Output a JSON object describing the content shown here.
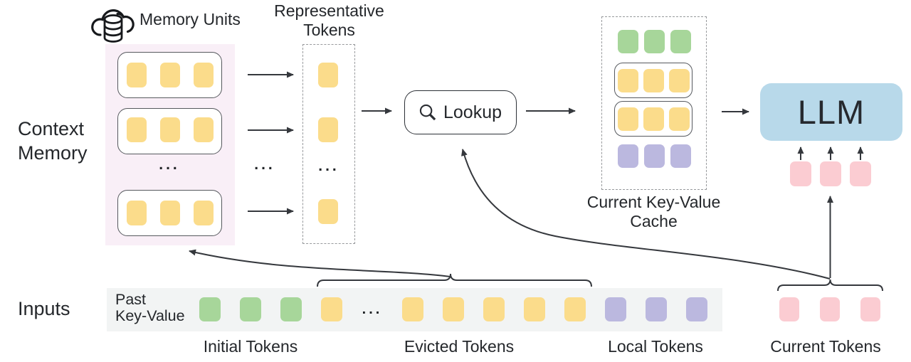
{
  "colors": {
    "yellow": "#fbdc8b",
    "green": "#a7d69a",
    "purple": "#bbb8df",
    "pink": "#fbccd2",
    "llm_blue": "#b8d9ea",
    "memory_panel_bg": "#f9eff7",
    "inputs_panel_bg": "#f2f4f4",
    "line": "#35383d",
    "text": "#24272b"
  },
  "labels": {
    "memory_units": "Memory Units",
    "representative_tokens": [
      "Representative",
      "Tokens"
    ],
    "context_memory": [
      "Context",
      "Memory"
    ],
    "lookup": "Lookup",
    "current_kv_cache": [
      "Current Key-Value",
      "Cache"
    ],
    "llm": "LLM",
    "inputs": "Inputs",
    "past_key_value": [
      "Past",
      "Key-Value"
    ],
    "initial_tokens": "Initial Tokens",
    "evicted_tokens": "Evicted Tokens",
    "local_tokens": "Local Tokens",
    "current_tokens": "Current Tokens",
    "ellipsis": "..."
  },
  "tokens": {
    "memory_units": [
      {
        "color": "yellow",
        "count": 3
      },
      {
        "color": "yellow",
        "count": 3
      },
      {
        "color": "yellow",
        "count": 3
      }
    ],
    "representative": [
      {
        "color": "yellow",
        "count": 1
      },
      {
        "color": "yellow",
        "count": 1
      },
      {
        "color": "yellow",
        "count": 1
      }
    ],
    "cache_rows": [
      {
        "color": "green",
        "count": 3,
        "boxed": false
      },
      {
        "color": "yellow",
        "count": 3,
        "boxed": true
      },
      {
        "color": "yellow",
        "count": 3,
        "boxed": true
      },
      {
        "color": "purple",
        "count": 3,
        "boxed": false
      }
    ],
    "inputs_initial": {
      "color": "green",
      "count": 3
    },
    "inputs_evicted_head": {
      "color": "yellow",
      "count": 1
    },
    "inputs_evicted_tail": {
      "color": "yellow",
      "count": 5
    },
    "inputs_local": {
      "color": "purple",
      "count": 3
    },
    "llm_inputs": {
      "color": "pink",
      "count": 3
    },
    "current_tokens": {
      "color": "pink",
      "count": 3
    }
  }
}
